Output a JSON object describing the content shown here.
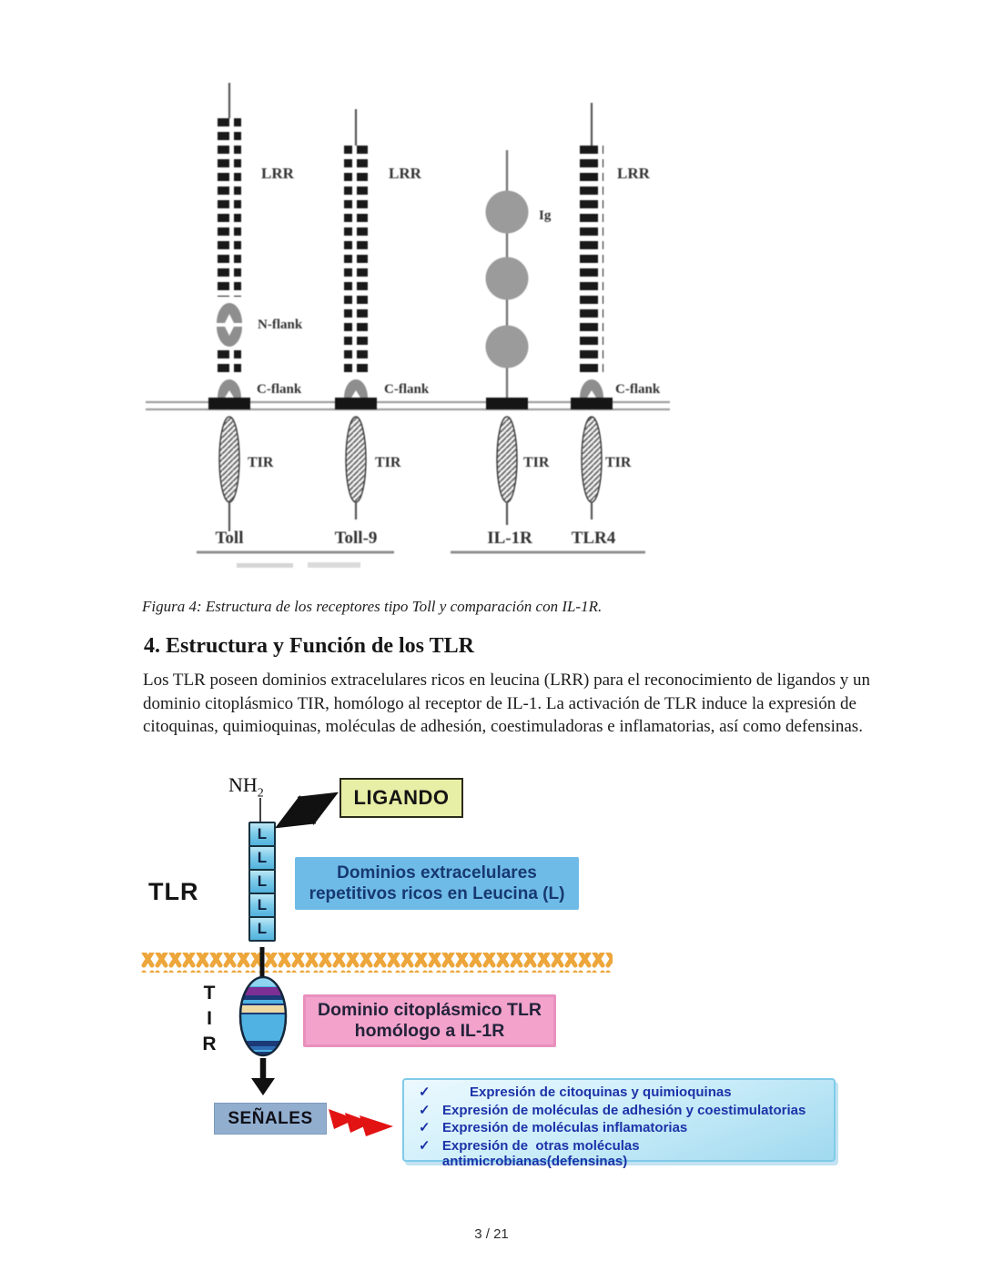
{
  "theme": {
    "page-bg": "#ffffff",
    "text": "#212121",
    "ligando-bg": "#e7eea5",
    "extracell-bg": "#6fbbe8",
    "box-text": "#17396f",
    "membrane-orange": "#eda63b",
    "tir-blue": "#4fb2e2",
    "stripe-purple": "#7e2f96",
    "stripe-navy": "#1c3a78",
    "stripe-cream": "#ecd9a4",
    "cyto-bg": "#f2a2cb",
    "cyto-border": "#e890bd",
    "senales-bg": "#92aecf",
    "flash-red": "#e21313",
    "check-text": "#1c33a8",
    "check-border": "#7fcbe8"
  },
  "figure_toll": {
    "labels": {
      "lrr": "LRR",
      "ig": "Ig",
      "n_flank": "N-flank",
      "c_flank": "C-flank",
      "tir": "TIR"
    },
    "receptor_names": [
      "Toll",
      "Toll-9",
      "IL-1R",
      "TLR4"
    ]
  },
  "caption": "Figura 4: Estructura de los receptores tipo Toll y comparación con IL-1R.",
  "section": {
    "heading": "4. Estructura y Función de los TLR",
    "paragraph": "Los TLR poseen dominios extracelulares ricos en leucina (LRR) para el reconocimiento de ligandos y un dominio citoplásmico TIR, homólogo al receptor de IL-1. La activación de TLR induce la expresión de citoquinas, quimioquinas, moléculas de adhesión, coestimuladoras e inflamatorias, así como defensinas."
  },
  "figure_tlr": {
    "nh_label": "NH",
    "nh_sub": "2",
    "ligando": "LIGANDO",
    "tlr": "TLR",
    "leucine_units": [
      "L",
      "L",
      "L",
      "L",
      "L"
    ],
    "extracellular_lines": [
      "Dominios extracelulares",
      "repetitivos ricos en Leucina (L)"
    ],
    "tir_letters": [
      "T",
      "I",
      "R"
    ],
    "cytoplasmic_lines": [
      "Dominio citoplásmico TLR",
      "homólogo a IL-1R"
    ],
    "senales": "SEÑALES",
    "checkmark": "✓",
    "checklist": [
      "Expresión de citoquinas y quimioquinas",
      "Expresión de moléculas de adhesión y coestimulatorias",
      "Expresión de moléculas inflamatorias",
      "Expresión de  otras moléculas antimicrobianas(defensinas)"
    ]
  },
  "footer": {
    "page_label": "3 / 21"
  }
}
